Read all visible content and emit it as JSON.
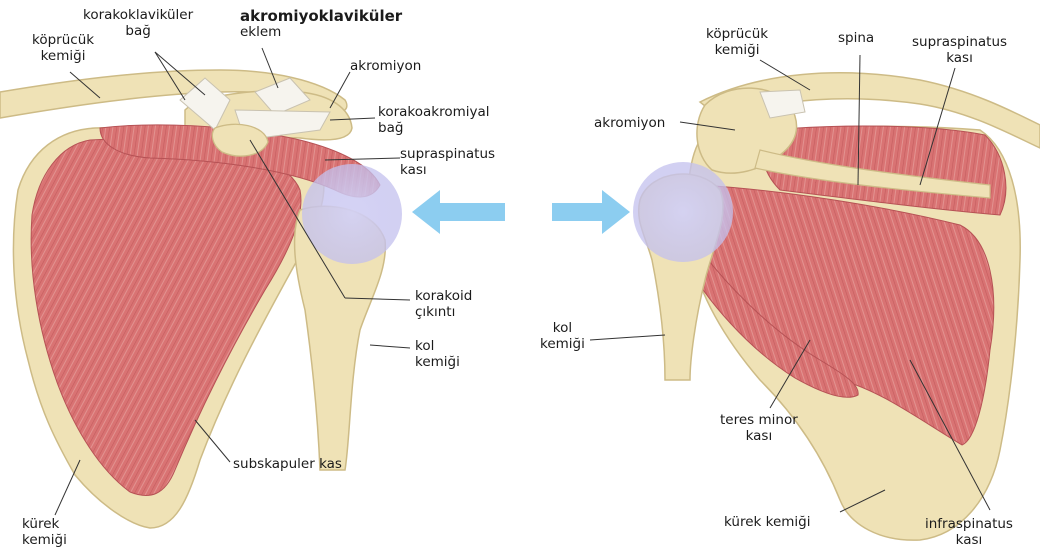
{
  "colors": {
    "muscle": "#d97373",
    "muscle_light": "#e9a2a0",
    "bone": "#efe2b6",
    "bone_shade": "#dccb93",
    "ligament": "#f4f2ec",
    "highlight": "#c9c6ee",
    "arrow": "#8ccdf0",
    "leader": "#333333"
  },
  "anterior": {
    "kopruculuk": [
      "köprücük",
      "kemiği"
    ],
    "korakoklavikuler": [
      "korakoklaviküler",
      "bağ"
    ],
    "akromiyoklavikuler": [
      "akromiyoklaviküler",
      "eklem"
    ],
    "akromiyon": "akromiyon",
    "korakoakromiyal": [
      "korakoakromiyal",
      "bağ"
    ],
    "supraspinatus": [
      "supraspinatus",
      "kası"
    ],
    "korakoid": [
      "korakoid",
      "çıkıntı"
    ],
    "kol": [
      "kol",
      "kemiği"
    ],
    "subskapuler": "subskapuler kas",
    "kurek": [
      "kürek",
      "kemiği"
    ]
  },
  "posterior": {
    "kopruculuk": [
      "köprücük",
      "kemiği"
    ],
    "spina": "spina",
    "supraspinatus": [
      "supraspinatus",
      "kası"
    ],
    "akromiyon": "akromiyon",
    "kol": [
      "kol",
      "kemiği"
    ],
    "teres_minor": [
      "teres minor",
      "kası"
    ],
    "kurek": "kürek kemiği",
    "infraspinatus": [
      "infraspinatus",
      "kası"
    ]
  }
}
